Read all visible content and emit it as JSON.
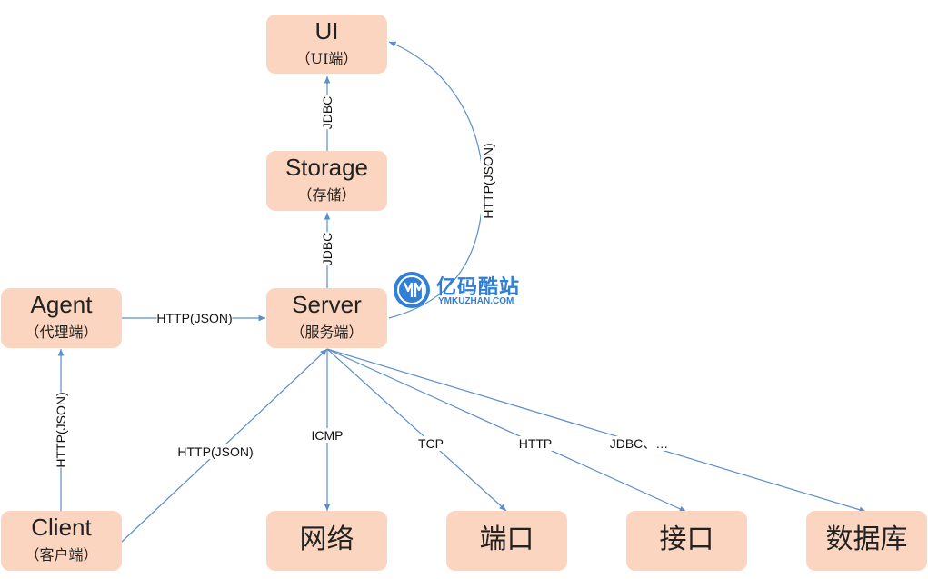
{
  "nodes": {
    "ui": {
      "title": "UI",
      "sub": "（UI端）"
    },
    "storage": {
      "title": "Storage",
      "sub": "（存储）"
    },
    "server": {
      "title": "Server",
      "sub": "（服务端）"
    },
    "agent": {
      "title": "Agent",
      "sub": "（代理端）"
    },
    "client": {
      "title": "Client",
      "sub": "（客户端）"
    },
    "network": {
      "title": "网络"
    },
    "port": {
      "title": "端口"
    },
    "interface": {
      "title": "接口"
    },
    "database": {
      "title": "数据库"
    }
  },
  "edges": {
    "storage_ui": "JDBC",
    "server_storage": "JDBC",
    "server_ui": "HTTP(JSON)",
    "agent_server": "HTTP(JSON)",
    "client_agent": "HTTP(JSON)",
    "client_server": "HTTP(JSON)",
    "server_network": "ICMP",
    "server_port": "TCP",
    "server_interface": "HTTP",
    "server_database": "JDBC、…"
  },
  "watermark": {
    "name": "亿码酷站",
    "url": "YMKUZHAN.COM"
  },
  "colors": {
    "node_fill": "#fbd5bf",
    "line": "#5b8fc9",
    "watermark": "#2f7fd6"
  }
}
